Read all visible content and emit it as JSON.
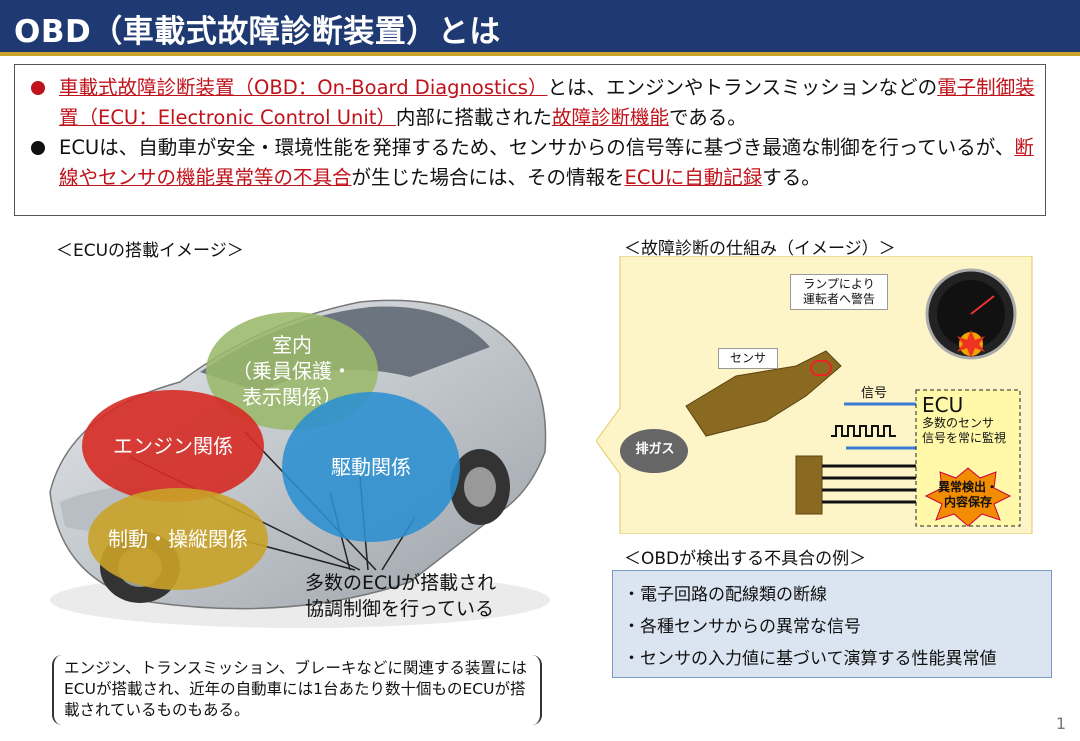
{
  "header": {
    "title": "OBD（車載式故障診断装置）とは"
  },
  "intro": {
    "bullet1": {
      "a_red": "車載式故障診断装置（OBD：On-Board Diagnostics）",
      "b": "とは、エンジンやトランスミッションなどの",
      "c_red": "電子制御装置（ECU：Electronic Control Unit）",
      "d": "内部に搭載された",
      "e_red": "故障診断機能",
      "f": "である。",
      "dot_color": "#c0121a"
    },
    "bullet2": {
      "a": "ECUは、自動車が安全・環境性能を発揮するため、センサからの信号等に基づき最適な制御を行っているが、",
      "b_red": "断線やセンサの機能異常等の不具合",
      "c": "が生じた場合には、その情報を",
      "d_red": "ECUに自動記録",
      "e": "する。",
      "dot_color": "#111111"
    }
  },
  "left": {
    "section_title": "＜ECUの搭載イメージ＞",
    "bubble_cabin": "室内\n（乗員保護・\n表示関係）",
    "bubble_engine": "エンジン関係",
    "bubble_drive": "駆動関係",
    "bubble_brake": "制動・操縦関係",
    "ecu_note_line1": "多数のECUが搭載され",
    "ecu_note_line2": "協調制御を行っている",
    "bracket_text": "エンジン、トランスミッション、ブレーキなどに関連する装置にはECUが搭載され、近年の自動車には1台あたり数十個ものECUが搭載されているものもある。"
  },
  "right": {
    "section_title": "＜故障診断の仕組み（イメージ）＞",
    "lamp_label_1": "ランプにより",
    "lamp_label_2": "運転者へ警告",
    "sensor_label": "センサ",
    "signal_label": "信号",
    "exhaust_label": "排ガス",
    "ecu_title": "ECU",
    "ecu_desc_1": "多数のセンサ",
    "ecu_desc_2": "信号を常に監視",
    "detect_1": "異常検出・",
    "detect_2": "内容保存",
    "issues_title": "＜OBDが検出する不具合の例＞",
    "issues": [
      "・電子回路の配線類の断線",
      "・各種センサからの異常な信号",
      "・センサの入力値に基づいて演算する性能異常値"
    ]
  },
  "page_number": "1",
  "colors": {
    "header_bg": "#1f3a73",
    "accent_red": "#c0121a",
    "bubble_green": "#9ab86a",
    "bubble_red": "#d62a24",
    "bubble_blue": "#2b8fd0",
    "bubble_gold": "#c9a227"
  }
}
